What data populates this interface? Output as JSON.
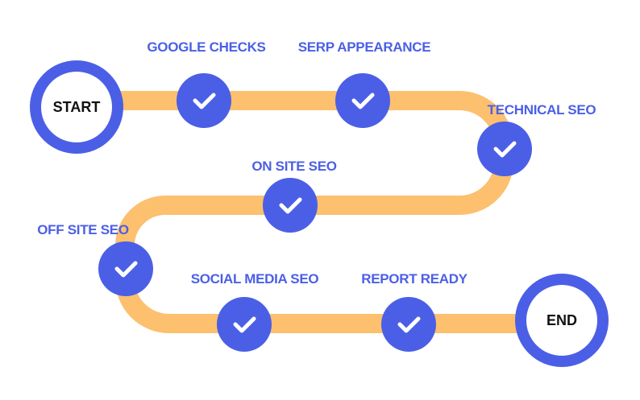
{
  "colors": {
    "path": "#fcc06e",
    "node": "#4b5fe6",
    "label": "#4b5fe6",
    "check": "#ffffff",
    "endpoint_fill": "#ffffff",
    "endpoint_text": "#111111"
  },
  "start": {
    "label": "START"
  },
  "end": {
    "label": "END"
  },
  "steps": [
    {
      "label": "GOOGLE CHECKS",
      "icon": "check-icon"
    },
    {
      "label": "SERP APPEARANCE",
      "icon": "check-icon"
    },
    {
      "label": "TECHNICAL SEO",
      "icon": "check-icon"
    },
    {
      "label": "ON SITE SEO",
      "icon": "check-icon"
    },
    {
      "label": "OFF SITE SEO",
      "icon": "check-icon"
    },
    {
      "label": "SOCIAL MEDIA SEO",
      "icon": "check-icon"
    },
    {
      "label": "REPORT READY",
      "icon": "check-icon"
    }
  ]
}
